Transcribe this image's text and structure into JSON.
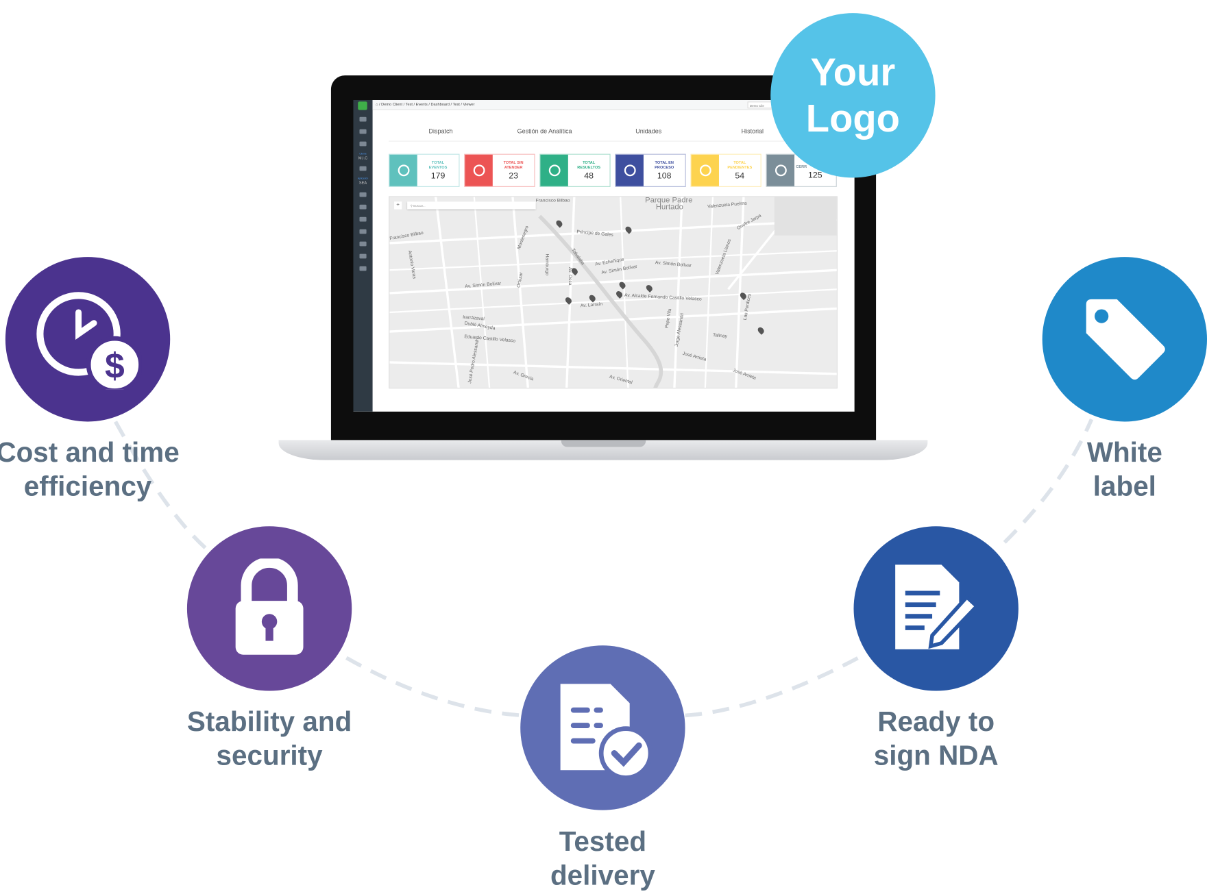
{
  "logo_badge": {
    "text_line1": "Your",
    "text_line2": "Logo",
    "color": "#55c3e8"
  },
  "features": [
    {
      "line1": "Cost and time",
      "line2": "efficiency",
      "icon": "clock-dollar-icon",
      "color": "#4b338e"
    },
    {
      "line1": "Stability and",
      "line2": "security",
      "icon": "padlock-icon",
      "color": "#674899"
    },
    {
      "line1": "Tested",
      "line2": "delivery",
      "icon": "document-check-icon",
      "color": "#5f6eb4"
    },
    {
      "line1": "Ready to",
      "line2": "sign NDA",
      "icon": "document-sign-icon",
      "color": "#2957a4"
    },
    {
      "line1": "White",
      "line2": "label",
      "icon": "tag-icon",
      "color": "#1f89c9"
    }
  ],
  "dashboard": {
    "breadcrumb": "/ Demo Client / Test / Events / Dashboard / Test / Viewer",
    "client_select": "Demo Clie",
    "sidebar": {
      "client_caption": "Cliente",
      "client": "M.I.C",
      "app_caption": "Aplicación",
      "app": "SEA"
    },
    "tabs": [
      "Dispatch",
      "Gestión de Analítica",
      "Unidades",
      "Historial"
    ],
    "cards": [
      {
        "label1": "TOTAL",
        "label2": "EVENTOS",
        "value": "179",
        "color": "#5fc1bd",
        "icon": "camera-icon"
      },
      {
        "label1": "TOTAL SIN",
        "label2": "ATENDER",
        "value": "23",
        "color": "#ec5454",
        "icon": "circle-icon"
      },
      {
        "label1": "TOTAL",
        "label2": "RESUELTOS",
        "value": "48",
        "color": "#2fb087",
        "icon": "check-circle-icon"
      },
      {
        "label1": "TOTAL EN",
        "label2": "PROCESO",
        "value": "108",
        "color": "#3e4f9f",
        "icon": "progress-icon"
      },
      {
        "label1": "TOTAL",
        "label2": "PENDIENTES",
        "value": "54",
        "color": "#fdd34f",
        "icon": "clock-icon"
      },
      {
        "label1": "CERR",
        "label2": "",
        "value": "125",
        "color": "#7b8e99",
        "icon": "filled-circle-icon"
      }
    ],
    "map": {
      "search_placeholder": "Buscar...",
      "streets": [
        "Francisco Bilbao",
        "Parque Padre",
        "Hurtado",
        "Valenzuela Puelma",
        "Onofre Jarpa",
        "Príncipe de Gales",
        "Francisco Bilbao",
        "Montenegro",
        "Tobalaba",
        "Av. Echeñique",
        "Av. Simón Bolívar",
        "Av. Simón Bolívar",
        "Antonio Varas",
        "Hamburgo",
        "Av. Simón Bolívar",
        "Ortúzar",
        "Av. Ossa",
        "Valenzuela Llanos",
        "Av. Alcalde Fernando Castillo Velasco",
        "Av. Larraín",
        "Irarrázaval",
        "Dublé Almeyda",
        "Eduardo Castillo Velasco",
        "Pepe Vila",
        "Jorge Alessandri",
        "Las Perdices",
        "Talinay",
        "José Arrieta",
        "José Arrieta",
        "José Pedro Alessandri",
        "Av. Grecia",
        "Av. Oriental"
      ]
    }
  }
}
